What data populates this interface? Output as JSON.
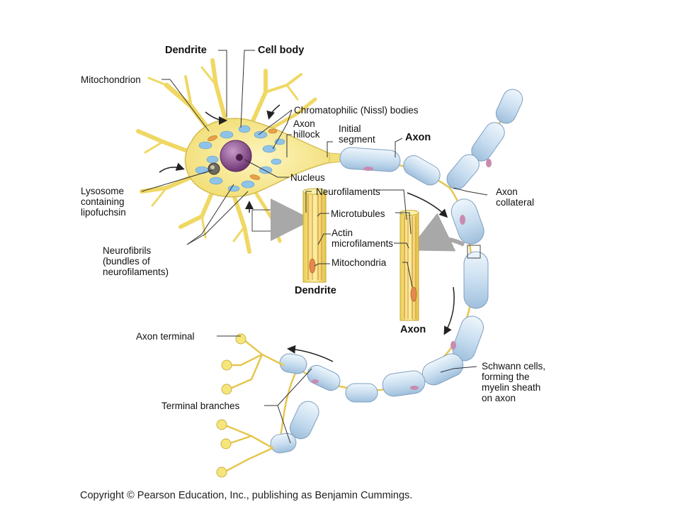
{
  "labels": {
    "dendrite_top": "Dendrite",
    "cell_body": "Cell body",
    "mitochondrion": "Mitochondrion",
    "nissl": "Chromatophilic (Nissl) bodies",
    "axon_hillock": "Axon\nhillock",
    "initial_segment": "Initial\nsegment",
    "axon_top": "Axon",
    "nucleus": "Nucleus",
    "lysosome": "Lysosome\ncontaining\nlipofuchsin",
    "neurofilaments": "Neurofilaments",
    "microtubules": "Microtubules",
    "actin": "Actin\nmicrofilaments",
    "mitochondria": "Mitochondria",
    "axon_collateral": "Axon\ncollateral",
    "neurofibrils": "Neurofibrils\n(bundles of\nneurofilaments)",
    "dendrite_detail": "Dendrite",
    "axon_detail": "Axon",
    "axon_terminal": "Axon terminal",
    "schwann": "Schwann cells,\nforming the\nmyelin sheath\non axon",
    "terminal_branches": "Terminal branches"
  },
  "copyright": "Copyright © Pearson Education, Inc., publishing as Benjamin Cummings.",
  "colors": {
    "neuron_body": "#f6e98a",
    "neuron_outline": "#c9b24a",
    "nissl_blue": "#8fc3e8",
    "nucleus": "#8a4f8e",
    "myelin": "#c9dff0",
    "myelin_outline": "#7f9fc0",
    "node_pink": "#d88aa6",
    "leader_line": "#333333"
  }
}
